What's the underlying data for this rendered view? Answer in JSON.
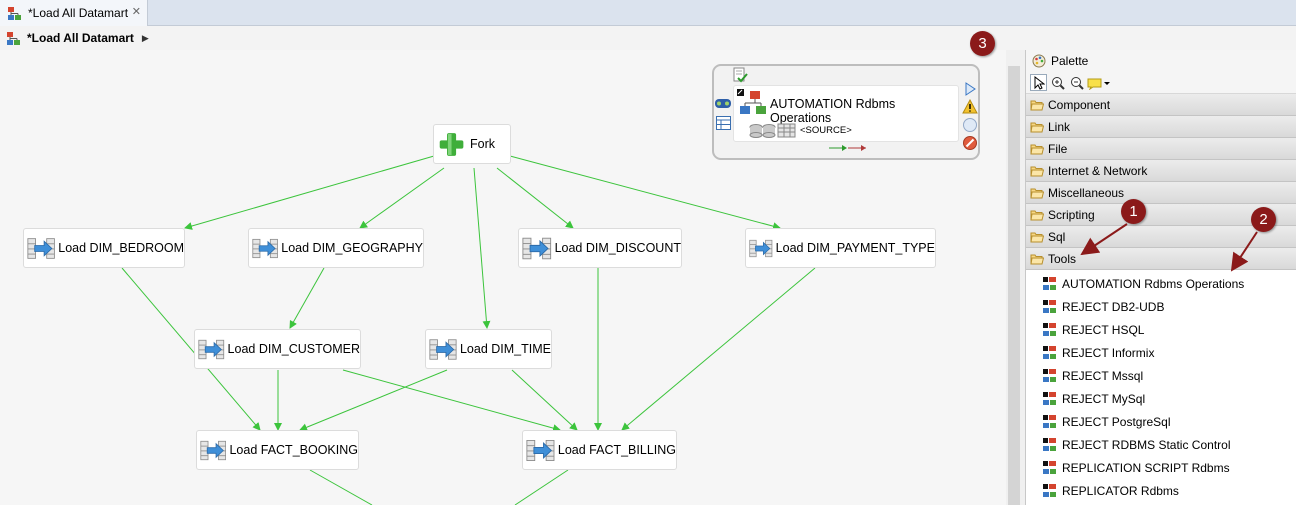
{
  "editor": {
    "tab_label": "*Load All Datamart",
    "breadcrumb_label": "*Load All Datamart"
  },
  "canvas": {
    "fork_label": "Fork",
    "nodes": [
      "Load DIM_BEDROOM",
      "Load DIM_GEOGRAPHY",
      "Load DIM_DISCOUNT",
      "Load DIM_PAYMENT_TYPE",
      "Load DIM_CUSTOMER",
      "Load DIM_TIME",
      "Load FACT_BOOKING",
      "Load FACT_BILLING"
    ],
    "overview": {
      "title": "AUTOMATION Rdbms Operations",
      "source": "<SOURCE>"
    }
  },
  "palette": {
    "title": "Palette",
    "drawers": [
      "Component",
      "Link",
      "File",
      "Internet & Network",
      "Miscellaneous",
      "Scripting",
      "Sql",
      "Tools"
    ],
    "tools_items": [
      "AUTOMATION Rdbms Operations",
      "REJECT DB2-UDB",
      "REJECT HSQL",
      "REJECT Informix",
      "REJECT Mssql",
      "REJECT MySql",
      "REJECT PostgreSql",
      "REJECT RDBMS Static Control",
      "REPLICATION SCRIPT Rdbms",
      "REPLICATOR Rdbms"
    ]
  },
  "callouts": [
    "1",
    "2",
    "3"
  ],
  "colors": {
    "edge": "#3cc43c",
    "callout": "#8b1a1a"
  },
  "icons": {
    "tab": "process-icon",
    "fork": "green-plus-icon",
    "node": "load-table-icon",
    "palette": "palette-icon",
    "drawer": "folder-icon",
    "item": "process-icon"
  }
}
